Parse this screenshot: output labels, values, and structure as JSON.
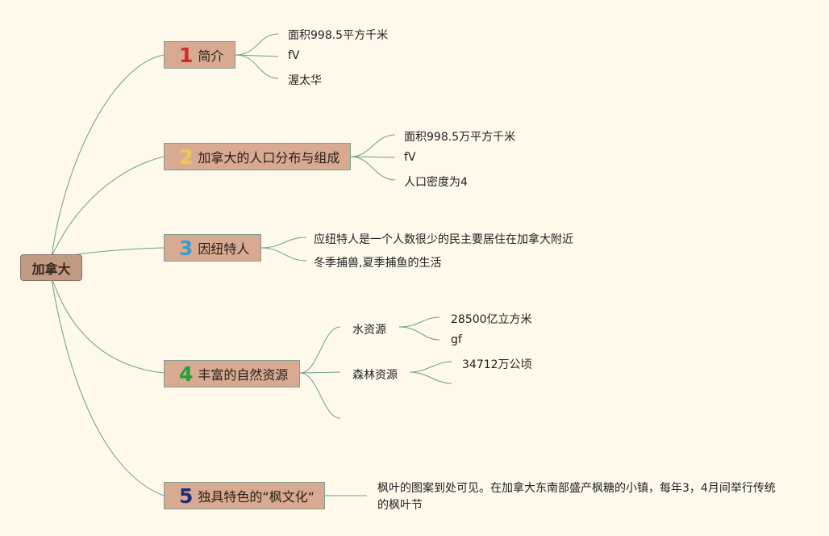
{
  "root": {
    "label": "加拿大"
  },
  "topics": [
    {
      "number": "1",
      "label": "简介",
      "number_color": "#d9262c",
      "children": [
        "面积998.5平方千米",
        "fV",
        "渥太华"
      ]
    },
    {
      "number": "2",
      "label": "加拿大的人口分布与组成",
      "number_color": "#f2c94c",
      "children": [
        "面积998.5万平方千米",
        "fV",
        "人口密度为4"
      ]
    },
    {
      "number": "3",
      "label": "因纽特人",
      "number_color": "#3d9ad1",
      "children": [
        "应纽特人是一个人数很少的民主要居住在加拿大附近",
        "冬季捕兽,夏季捕鱼的生活"
      ]
    },
    {
      "number": "4",
      "label": "丰富的自然资源",
      "number_color": "#23a13a",
      "subtopics": [
        {
          "label": "水资源",
          "children": [
            "28500亿立方米",
            "gf"
          ]
        },
        {
          "label": "森林资源",
          "children": [
            "34712万公顷"
          ]
        }
      ]
    },
    {
      "number": "5",
      "label": "独具特色的“枫文化“",
      "number_color": "#1f2d7a",
      "children": [
        "枫叶的图案到处可见。在加拿大东南部盛产枫糖的小镇，每年3，4月间举行传统的枫叶节"
      ]
    }
  ],
  "colors": {
    "background": "#fef9ea",
    "topic_fill": "#d8aa92",
    "root_fill": "#c19a83",
    "line": "#5f9a86"
  }
}
